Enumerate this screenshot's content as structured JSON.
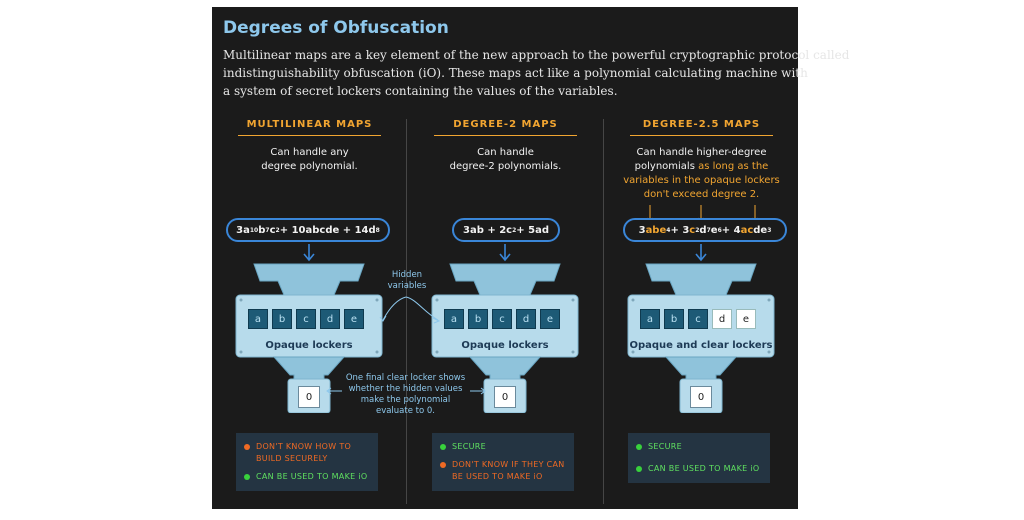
{
  "title": "Degrees of Obfuscation",
  "intro": [
    "Multilinear maps are a key element of the new approach to the powerful cryptographic protocol called",
    "indistinguishability obfuscation (iO). These maps act like a polynomial calculating machine with",
    "a system of secret lockers containing the values of the variables."
  ],
  "annotations": {
    "hidden_variables": [
      "Hidden",
      "variables"
    ],
    "final_locker": [
      "One final clear locker shows",
      "whether the hidden values",
      "make the polynomial",
      "evaluate to 0."
    ]
  },
  "columns": [
    {
      "heading": "MULTILINEAR MAPS",
      "description": [
        "Can handle any",
        "degree polynomial."
      ],
      "formula_parts": [
        "3a",
        "10",
        "b",
        "7",
        "c",
        "2",
        " + 10abcde + 14d",
        "8"
      ],
      "lockers": [
        "a",
        "b",
        "c",
        "d",
        "e"
      ],
      "locker_label": "Opaque lockers",
      "result": "0",
      "status": [
        {
          "type": "negative",
          "text": "DON'T KNOW HOW TO BUILD SECURELY"
        },
        {
          "type": "positive",
          "text": "CAN BE USED TO MAKE iO"
        }
      ]
    },
    {
      "heading": "DEGREE-2 MAPS",
      "description": [
        "Can handle",
        "degree-2 polynomials."
      ],
      "formula_parts": [
        "3ab + 2c",
        "2",
        " + 5ad"
      ],
      "lockers": [
        "a",
        "b",
        "c",
        "d",
        "e"
      ],
      "locker_label": "Opaque lockers",
      "result": "0",
      "status": [
        {
          "type": "positive",
          "text": "SECURE"
        },
        {
          "type": "negative",
          "text": "DON'T KNOW IF THEY CAN BE USED TO MAKE iO"
        }
      ]
    },
    {
      "heading": "DEGREE-2.5 MAPS",
      "description_plain_1": "Can handle higher-degree",
      "description_plain_2": "polynomials",
      "description_hl_2": "as long as the",
      "description_hl_3": "variables in the opaque lockers",
      "description_hl_4": "don't exceed degree 2.",
      "formula_parts": [
        "3",
        "abe",
        "4",
        " + 3",
        "c",
        "2",
        "d",
        "7",
        "e",
        "6",
        " + 4",
        "ac",
        "de",
        "3"
      ],
      "lockers": [
        "a",
        "b",
        "c",
        "d",
        "e"
      ],
      "clear_lockers": [
        "d",
        "e"
      ],
      "locker_label": "Opaque and clear lockers",
      "result": "0",
      "status": [
        {
          "type": "positive",
          "text": "SECURE"
        },
        {
          "type": "positive",
          "text": "CAN BE USED TO MAKE iO"
        }
      ]
    }
  ],
  "colors": {
    "background": "#1b1b1b",
    "title": "#8ec8ec",
    "heading": "#f1a531",
    "formula_border": "#3a86d8",
    "machine": "#b7dbeb",
    "positive": "#38d13c",
    "negative": "#ef6a24"
  }
}
